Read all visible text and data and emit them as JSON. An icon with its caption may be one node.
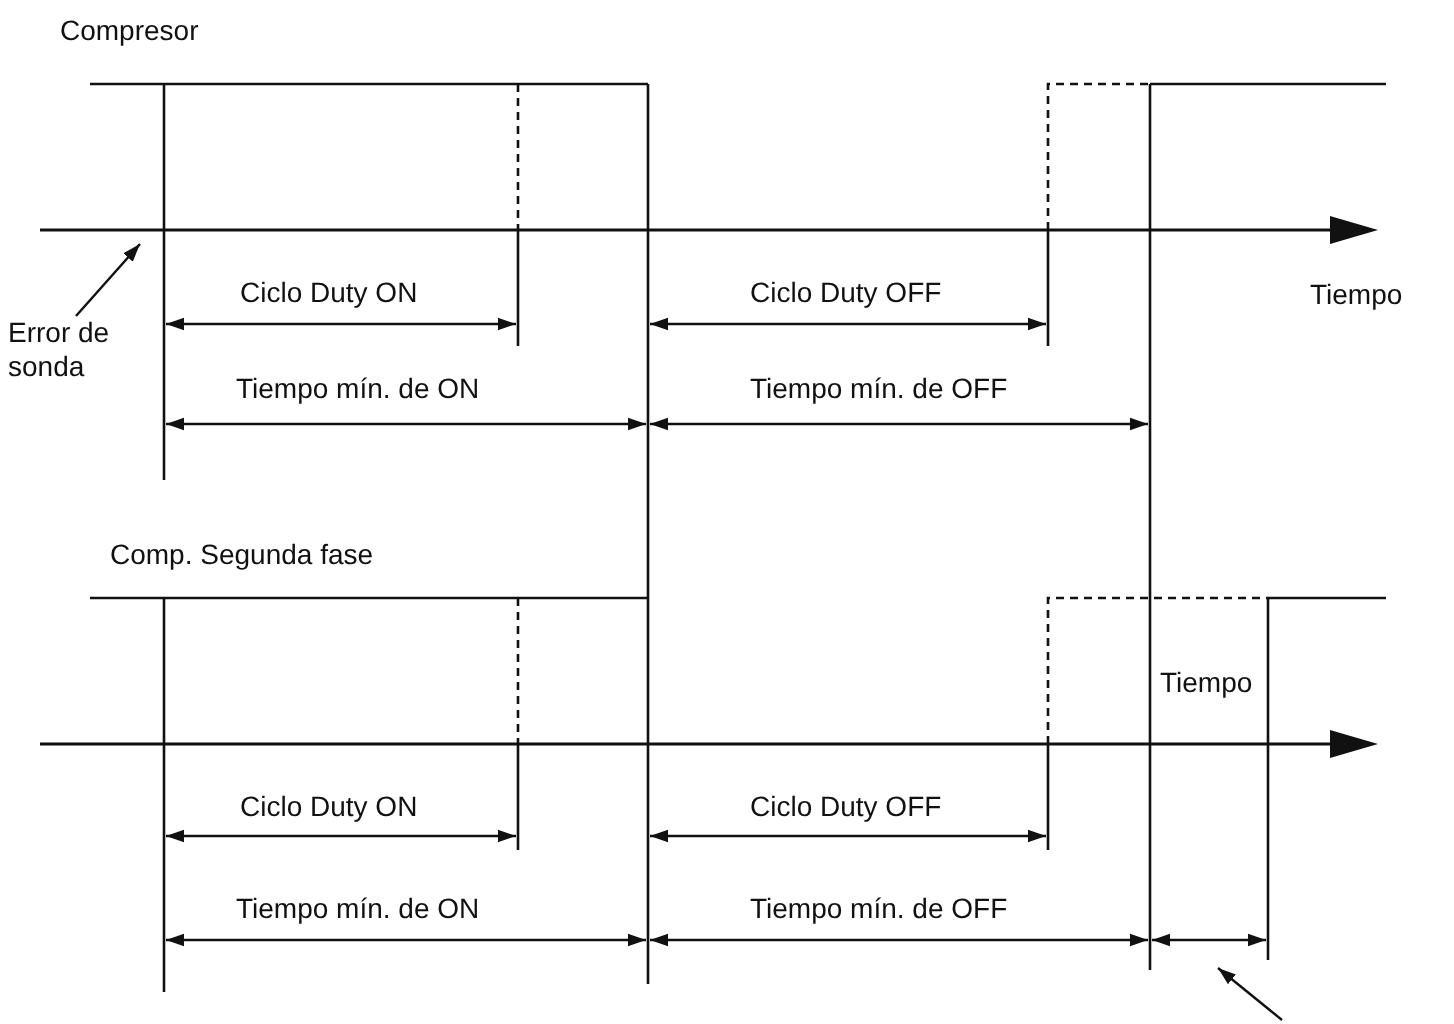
{
  "diagram": {
    "nodes": [
      {
        "text": [],
        "shape": "arrow"
      },
      {
        "text": [
          "Error de sonda"
        ]
      }
    ],
    "edges": [
      {
        "from": 1,
        "to": 0,
        "arrow": "to"
      }
    ],
    "labels": [
      "Compresor",
      "Ciclo Duty ON",
      "Ciclo Duty OFF",
      "Tiempo",
      "Tiempo mín. de ON",
      "Tiempo mín. de OFF",
      "Comp. Segunda fase",
      "Tiempo",
      "Ciclo Duty ON",
      "Ciclo Duty OFF",
      "Tiempo mín. de ON",
      "Tiempo mín. de OFF"
    ]
  }
}
